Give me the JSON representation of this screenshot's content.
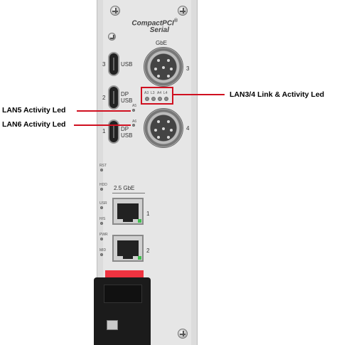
{
  "brand": {
    "line1": "CompactPCI",
    "reg": "®",
    "line2": "Serial"
  },
  "ports": {
    "gbe_label": "GbE",
    "m12_top_num": "3",
    "m12_bottom_num": "4",
    "usb3_num": "3",
    "usb3_label": "USB",
    "usb2_num": "2",
    "usb2_label_a": "DP",
    "usb2_label_b": "USB",
    "usb1_num": "1",
    "usb1_label_a": "DP",
    "usb1_label_b": "USB",
    "led_labels": [
      "A3",
      "L3",
      "A4",
      "L4"
    ],
    "a5": "A5",
    "a6": "A6",
    "rst": "RST",
    "hdd": "HDD",
    "usr": "USR",
    "hs": "H/S",
    "pwr": "PWR",
    "mid": "MID",
    "lan_header": "2.5 GbE",
    "rj_top_num": "1",
    "rj_bottom_num": "2"
  },
  "annotations": {
    "lan34": "LAN3/4 Link &  Activity Led",
    "lan5": "LAN5 Activity Led",
    "lan6": "LAN6 Activity Led",
    "color": "#d01020"
  }
}
